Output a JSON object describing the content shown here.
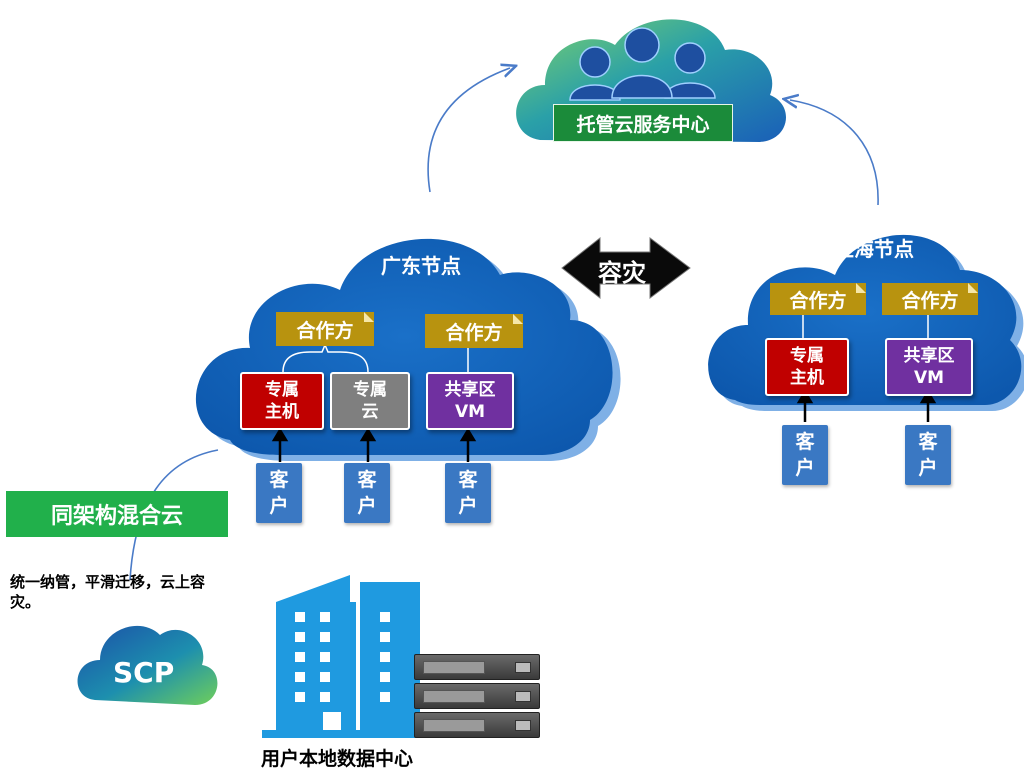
{
  "service_center": {
    "label": "托管云服务中心"
  },
  "guangdong": {
    "title": "广东节点",
    "partner_left": "合作方",
    "partner_right": "合作方",
    "box_dedicated_host": [
      "专属",
      "主机"
    ],
    "box_dedicated_cloud": [
      "专属",
      "云"
    ],
    "box_shared_vm": [
      "共享区",
      "VM"
    ],
    "customers": [
      [
        "客",
        "户"
      ],
      [
        "客",
        "户"
      ],
      [
        "客",
        "户"
      ]
    ]
  },
  "shanghai": {
    "title": "上海节点",
    "partner_left": "合作方",
    "partner_right": "合作方",
    "box_dedicated_host": [
      "专属",
      "主机"
    ],
    "box_shared_vm": [
      "共享区",
      "VM"
    ],
    "customers": [
      [
        "客",
        "户"
      ],
      [
        "客",
        "户"
      ]
    ]
  },
  "disaster_recovery": {
    "label": "容灾"
  },
  "hybrid": {
    "banner": "同架构混合云",
    "description": "统一纳管，平滑迁移，云上容灾。"
  },
  "scp": {
    "label": "SCP"
  },
  "datacenter": {
    "label": "用户本地数据中心"
  },
  "colors": {
    "cloud_blue": "#1565c0",
    "partner_gold": "#b8930f",
    "dedicated_red": "#c00000",
    "dedicated_gray": "#7f7f7f",
    "shared_purple": "#7030a0",
    "customer_blue": "#3a78c3",
    "banner_green": "#21b04b",
    "building_blue": "#1f9ae0"
  }
}
